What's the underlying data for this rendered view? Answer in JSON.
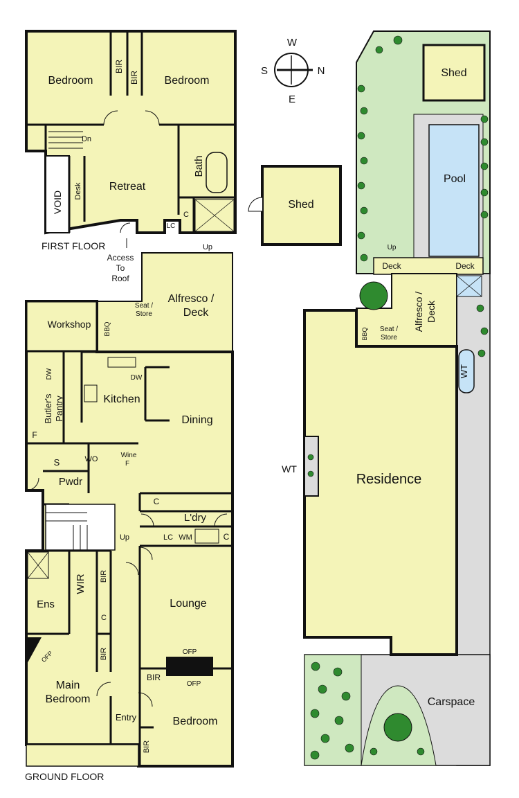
{
  "floor_labels": {
    "first": "FIRST FLOOR",
    "ground": "GROUND FLOOR"
  },
  "compass": {
    "w": "W",
    "s": "S",
    "n": "N",
    "e": "E"
  },
  "first_floor": {
    "bedroom_left": "Bedroom",
    "bedroom_right": "Bedroom",
    "bir_a": "BIR",
    "bir_b": "BIR",
    "dn": "Dn",
    "bath": "Bath",
    "void": "VOID",
    "desk": "Desk",
    "retreat": "Retreat",
    "c": "C",
    "lc": "LC",
    "access_lines": [
      "Access",
      "To",
      "Roof"
    ]
  },
  "shed_mid": "Shed",
  "ground_floor": {
    "up_top": "Up",
    "alfresco_lines": [
      "Alfresco /",
      "Deck"
    ],
    "seat_lines": [
      "Seat /",
      "Store"
    ],
    "bbq": "BBQ",
    "workshop": "Workshop",
    "dw_pantry": "DW",
    "butlers_lines": [
      "Butler's",
      "Pantry"
    ],
    "dw_kitchen": "DW",
    "kitchen": "Kitchen",
    "dining": "Dining",
    "f_pantry": "F",
    "s": "S",
    "wo": "WO",
    "wine_lines": [
      "Wine",
      "F"
    ],
    "pwdr": "Pwdr",
    "c_upper": "C",
    "ldry": "L'dry",
    "lc": "LC",
    "wm": "WM",
    "c_right": "C",
    "up_stairs": "Up",
    "bir_1": "BIR",
    "wir": "WIR",
    "ens": "Ens",
    "c_hall": "C",
    "bir_2": "BIR",
    "ofp_bed": "OFP",
    "lounge": "Lounge",
    "ofp_lounge": "OFP",
    "ofp_bedroom": "OFP",
    "bir_3": "BIR",
    "main_bedroom_lines": [
      "Main",
      "Bedroom"
    ],
    "entry": "Entry",
    "bedroom": "Bedroom",
    "bir_4": "BIR"
  },
  "site": {
    "shed": "Shed",
    "pool": "Pool",
    "up": "Up",
    "deck_left": "Deck",
    "deck_right": "Deck",
    "alfresco_lines": [
      "Alfresco /",
      "Deck"
    ],
    "seat_lines": [
      "Seat /",
      "Store"
    ],
    "bbq": "BBQ",
    "wt_side": "WT",
    "wt_left": "WT",
    "residence": "Residence",
    "carspace": "Carspace"
  },
  "colors": {
    "floor": "#f4f4b8",
    "wall": "#111111",
    "grass": "#cfe8c0",
    "pool": "#c6e3f7",
    "paving": "#dcdcdc",
    "shrub": "#2f8a2f"
  }
}
